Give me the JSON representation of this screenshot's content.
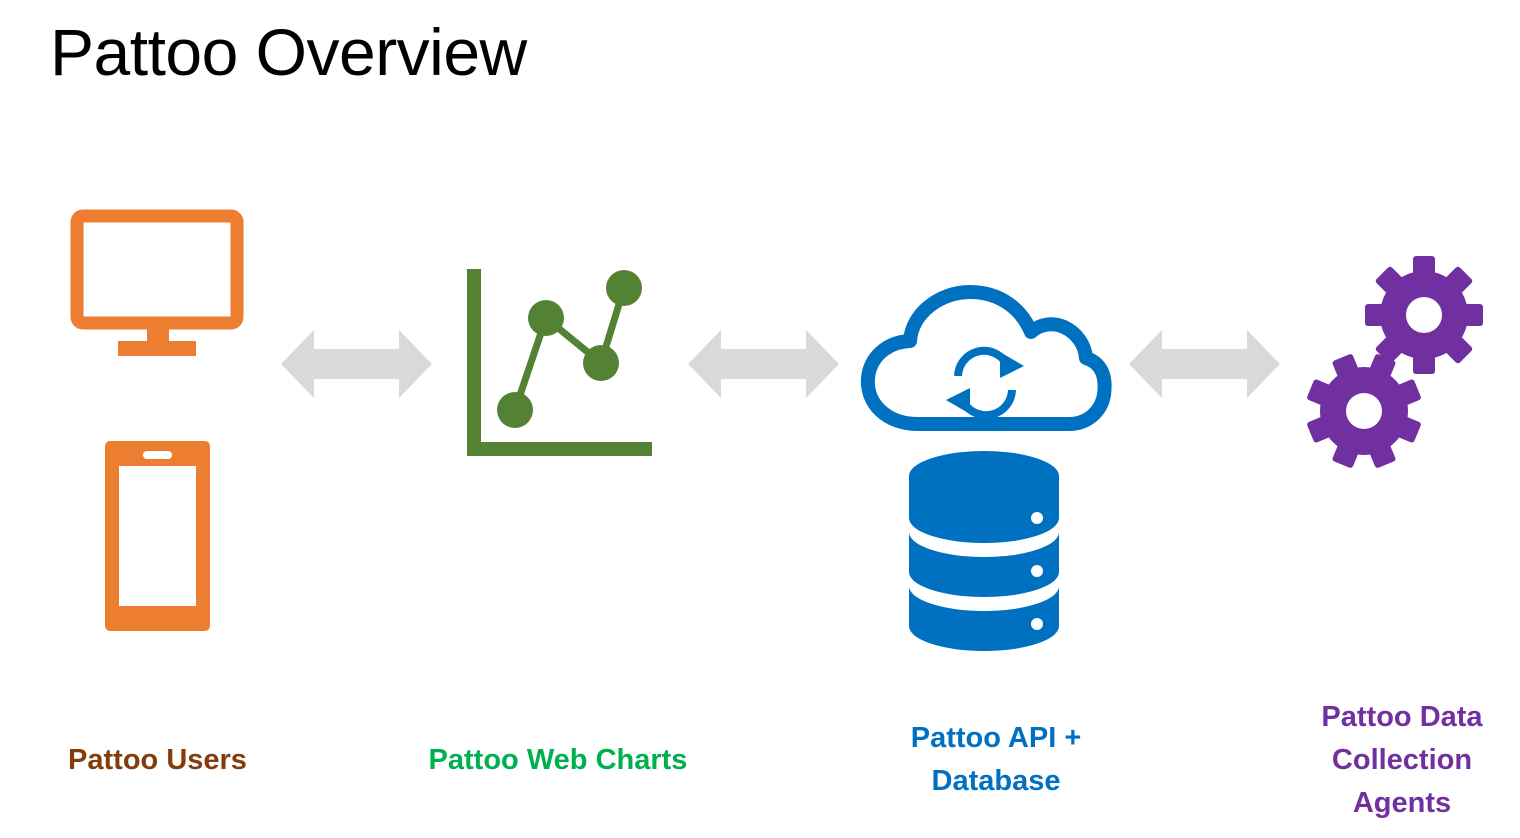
{
  "title": "Pattoo Overview",
  "colors": {
    "users": "#ED7D31",
    "users_label": "#843C0C",
    "charts": "#548235",
    "charts_label": "#00B050",
    "api": "#0070C0",
    "agents": "#7030A0",
    "arrow": "#D9D9D9"
  },
  "nodes": {
    "users": {
      "label": "Pattoo Users",
      "icons": [
        "monitor-icon",
        "mobile-phone-icon"
      ]
    },
    "charts": {
      "label": "Pattoo Web Charts",
      "icons": [
        "line-chart-icon"
      ]
    },
    "api": {
      "label_lines": [
        "Pattoo API +",
        "Database"
      ],
      "icons": [
        "cloud-sync-icon",
        "database-icon"
      ]
    },
    "agents": {
      "label_lines": [
        "Pattoo Data",
        "Collection",
        "Agents"
      ],
      "icons": [
        "gears-icon"
      ]
    }
  },
  "connectors": [
    "bidirectional-arrow",
    "bidirectional-arrow",
    "bidirectional-arrow"
  ]
}
